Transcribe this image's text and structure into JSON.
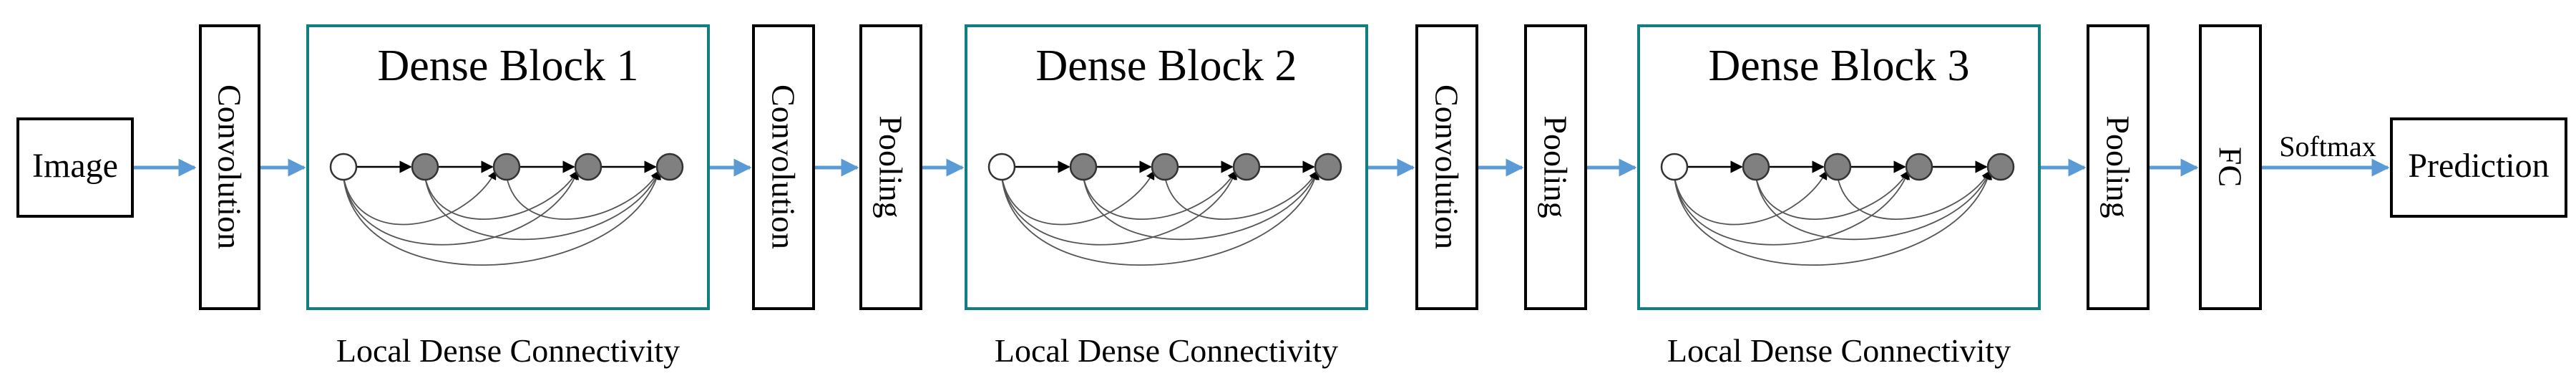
{
  "diagram": {
    "image_label": "Image",
    "prediction_label": "Prediction",
    "softmax_label": "Softmax",
    "fc_label": "FC",
    "convolution_label": "Convolution",
    "pooling_label": "Pooling",
    "dense_blocks": [
      {
        "title": "Dense Block 1",
        "caption": "Local Dense Connectivity"
      },
      {
        "title": "Dense Block 2",
        "caption": "Local Dense Connectivity"
      },
      {
        "title": "Dense Block 3",
        "caption": "Local Dense Connectivity"
      }
    ],
    "colors": {
      "flow_arrow": "#5b9bd5",
      "dense_block_border": "#0f7f7f",
      "feature_node": "#808080",
      "input_node": "#ffffff"
    }
  }
}
